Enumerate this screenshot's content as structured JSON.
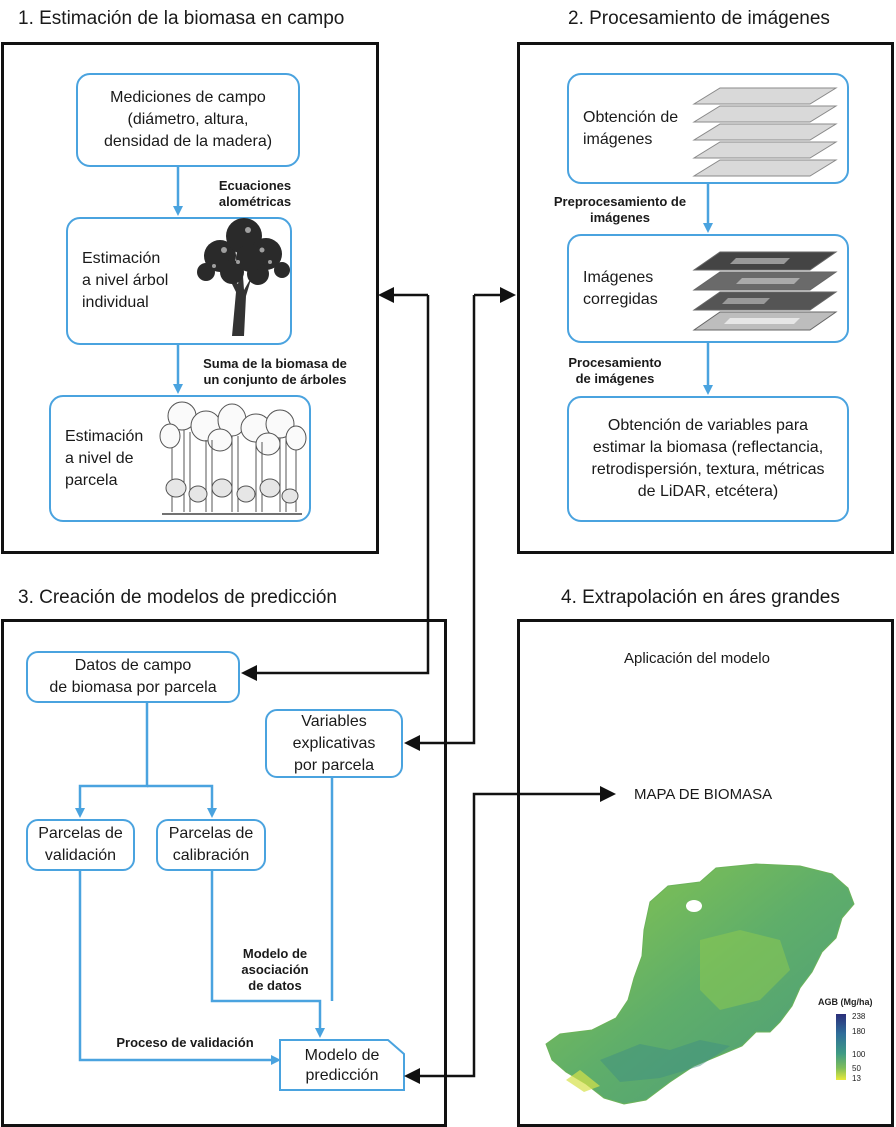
{
  "sections": {
    "s1": "1. Estimación de la biomasa en campo",
    "s2": "2. Procesamiento de imágenes",
    "s3": "3. Creación de modelos de predicción",
    "s4": "4. Extrapolación en áres grandes"
  },
  "panel1": {
    "field_measurements": [
      "Mediciones de campo",
      "(diámetro, altura,",
      "densidad de la madera)"
    ],
    "allometric_label": [
      "Ecuaciones",
      "alométricas"
    ],
    "tree_level": [
      "Estimación",
      "a nivel árbol",
      "individual"
    ],
    "sum_label": [
      "Suma de la biomasa de",
      "un conjunto de árboles"
    ],
    "plot_level": [
      "Estimación",
      "a nivel de",
      "parcela"
    ]
  },
  "panel2": {
    "acquisition": [
      "Obtención de",
      "imágenes"
    ],
    "preprocessing_label": [
      "Preprocesamiento de",
      "imágenes"
    ],
    "corrected": [
      "Imágenes",
      "corregidas"
    ],
    "processing_label": [
      "Procesamiento",
      "de imágenes"
    ],
    "variables": [
      "Obtención de variables para",
      "estimar la biomasa (reflectancia,",
      "retrodispersión, textura, métricas",
      "de LiDAR, etcétera)"
    ]
  },
  "panel3": {
    "field_data": [
      "Datos de campo",
      "de biomasa por parcela"
    ],
    "explanatory": [
      "Variables",
      "explicativas",
      "por parcela"
    ],
    "validation_plots": [
      "Parcelas de",
      "validación"
    ],
    "calibration_plots": [
      "Parcelas de",
      "calibración"
    ],
    "association_label": [
      "Modelo de",
      "asociación",
      "de datos"
    ],
    "validation_label": "Proceso de validación",
    "prediction_model": [
      "Modelo de",
      "predicción"
    ]
  },
  "panel4": {
    "application": "Aplicación del modelo",
    "map_title": "MAPA DE BIOMASA",
    "legend_title": "AGB (Mg/ha)",
    "legend_ticks": [
      "238",
      "180",
      "100",
      "50",
      "13"
    ],
    "legend_colors": [
      "#2b2f7a",
      "#2f6e9a",
      "#3f9b84",
      "#7fbe5a",
      "#e8ea3a"
    ]
  }
}
